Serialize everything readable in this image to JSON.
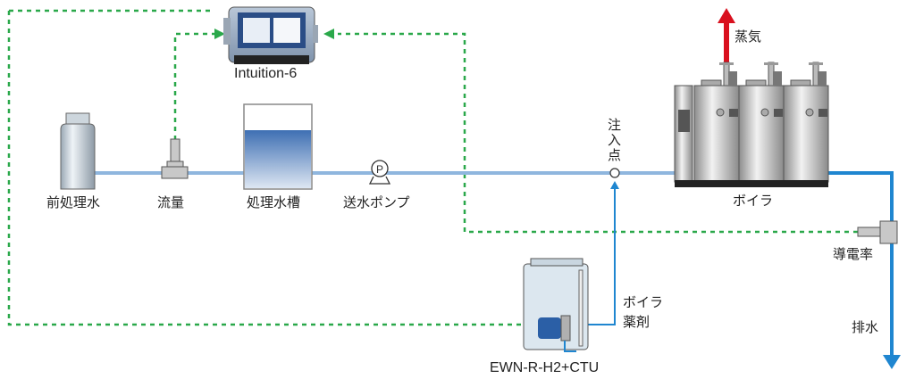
{
  "title": "ボイラ水処理システム構成図",
  "colors": {
    "pipe_light": "#8fb6de",
    "pipe_dark": "#1f86d0",
    "signal": "#2aa84a",
    "steam": "#d9101e",
    "device_gray": "#c8c8c8"
  },
  "nodes": {
    "controller": {
      "label": "Intuition-6"
    },
    "pretreated_water": {
      "label": "前処理水"
    },
    "flow_meter": {
      "label": "流量"
    },
    "treated_tank": {
      "label": "処理水槽"
    },
    "feed_pump": {
      "label": "送水ポンプ",
      "symbol": "P"
    },
    "injection_point": {
      "label": "注入点"
    },
    "boiler": {
      "label": "ボイラ"
    },
    "steam": {
      "label": "蒸気"
    },
    "conductivity": {
      "label": "導電率"
    },
    "drain": {
      "label": "排水"
    },
    "chemical": {
      "label_line1": "ボイラ",
      "label_line2": "薬剤"
    },
    "dosing_unit": {
      "label": "EWN-R-H2+CTU"
    }
  }
}
